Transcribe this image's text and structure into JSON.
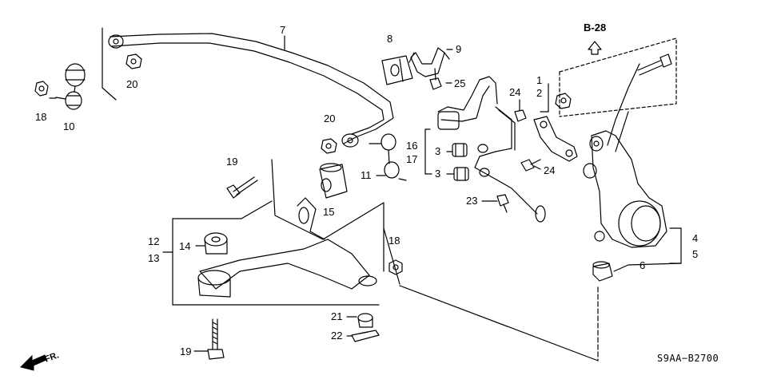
{
  "callouts": {
    "c1": "1",
    "c2": "2",
    "c3a": "3",
    "c3b": "3",
    "c4": "4",
    "c5": "5",
    "c6": "6",
    "c7": "7",
    "c8": "8",
    "c9": "9",
    "c10": "10",
    "c11": "11",
    "c12": "12",
    "c13": "13",
    "c14": "14",
    "c15": "15",
    "c16": "16",
    "c17": "17",
    "c18a": "18",
    "c18b": "18",
    "c19a": "19",
    "c19b": "19",
    "c20a": "20",
    "c20b": "20",
    "c21": "21",
    "c22": "22",
    "c23": "23",
    "c24a": "24",
    "c24b": "24",
    "c25": "25"
  },
  "reference": {
    "section": "B-28",
    "diagram_code": "S9AA−B2700",
    "front": "FR."
  },
  "colors": {
    "ink": "#000000",
    "paper": "#ffffff"
  }
}
